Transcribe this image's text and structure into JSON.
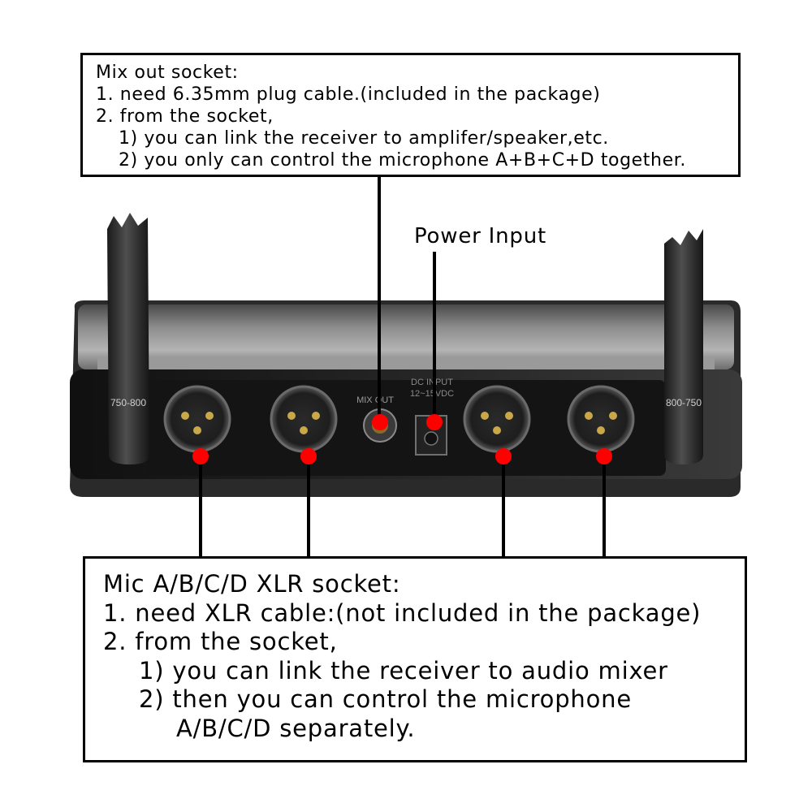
{
  "top_box": {
    "lines": [
      "Mix out socket:",
      "1. need 6.35mm plug cable.(included in the package)",
      "2. from the socket,",
      "1) you can link the receiver to amplifer/speaker,etc.",
      "2) you only can control the microphone A+B+C+D together."
    ]
  },
  "power_label": "Power Input",
  "bottom_box": {
    "lines": [
      "Mic A/B/C/D XLR socket:",
      "1. need XLR cable:(not included in the package)",
      "2. from the socket,",
      "1) you can link the receiver to audio mixer",
      "2) then you can control the microphone",
      "A/B/C/D separately."
    ]
  },
  "device": {
    "antenna_left_label": "750-800",
    "antenna_right_label": "800-750",
    "mix_out_label": "MIX OUT",
    "dc_label_1": "DC INPUT",
    "dc_label_2": "12~15VDC"
  },
  "colors": {
    "marker": "#ff0000",
    "body": "#5a5a5a",
    "panel": "#1c1c1c"
  }
}
